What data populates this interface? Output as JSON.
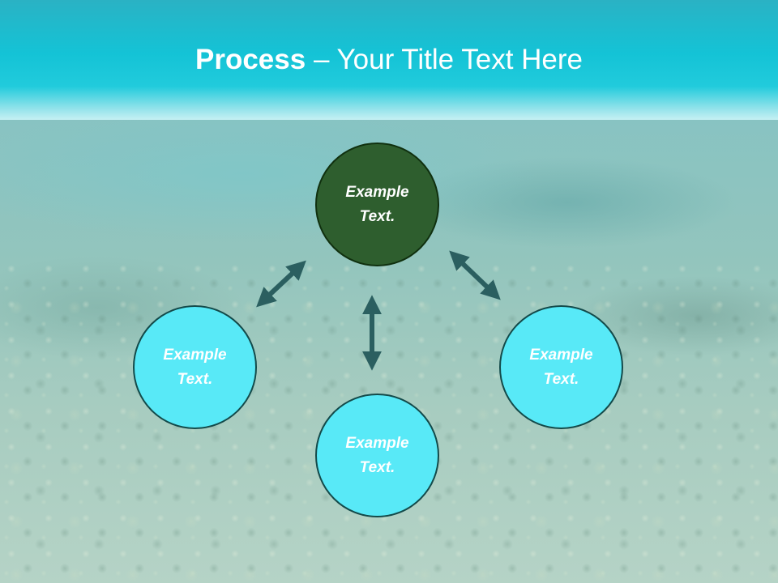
{
  "title": {
    "bold": "Process",
    "rest": " – Your Title Text Here"
  },
  "nodes": {
    "top": {
      "line1": "Example",
      "line2": "Text.",
      "color": "#2e5e2e"
    },
    "left": {
      "line1": "Example",
      "line2": "Text.",
      "color": "#58e9f7"
    },
    "right": {
      "line1": "Example",
      "line2": "Text.",
      "color": "#58e9f7"
    },
    "bottom": {
      "line1": "Example",
      "line2": "Text.",
      "color": "#58e9f7"
    }
  },
  "colors": {
    "title_band": "#14c3d6",
    "arrow": "#2b5f60",
    "title_text": "#ffffff"
  }
}
